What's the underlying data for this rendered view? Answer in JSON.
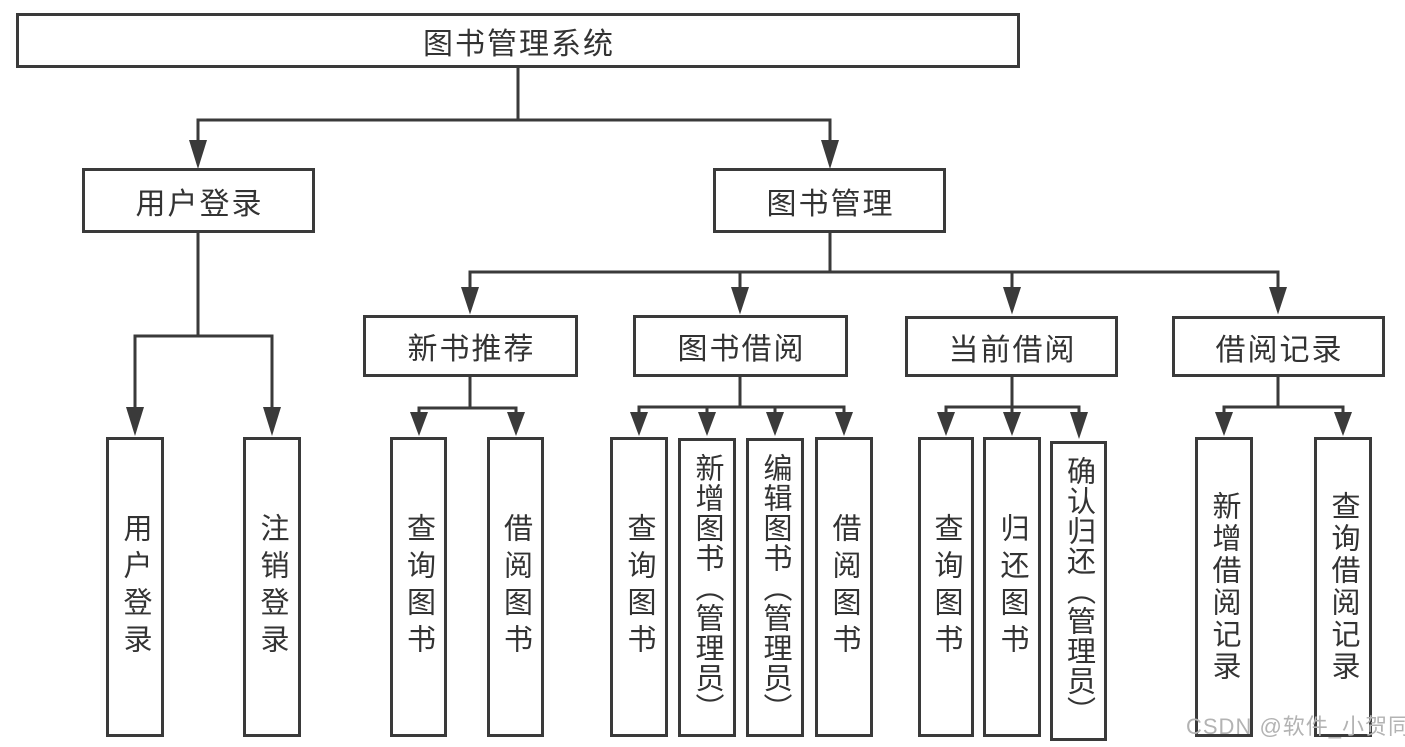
{
  "diagram": {
    "root": {
      "label": "图书管理系统"
    },
    "branches": [
      {
        "label": "用户登录",
        "leaves": [
          "用户登录",
          "注销登录"
        ]
      },
      {
        "label": "图书管理",
        "groups": [
          {
            "label": "新书推荐",
            "leaves": [
              "查询图书",
              "借阅图书"
            ]
          },
          {
            "label": "图书借阅",
            "leaves": [
              "查询图书",
              "新增图书（管理员）",
              "编辑图书（管理员）",
              "借阅图书"
            ]
          },
          {
            "label": "当前借阅",
            "leaves": [
              "查询图书",
              "归还图书",
              "确认归还（管理员）"
            ]
          },
          {
            "label": "借阅记录",
            "leaves": [
              "新增借阅记录",
              "查询借阅记录"
            ]
          }
        ]
      }
    ]
  },
  "watermark": {
    "label": "CSDN @软件_小贺同学"
  },
  "colors": {
    "line": "#3a3a3a",
    "box_border": "#3a3a3a",
    "text": "#333333",
    "watermark_text": "#b3b3b3",
    "background": "#ffffff"
  }
}
